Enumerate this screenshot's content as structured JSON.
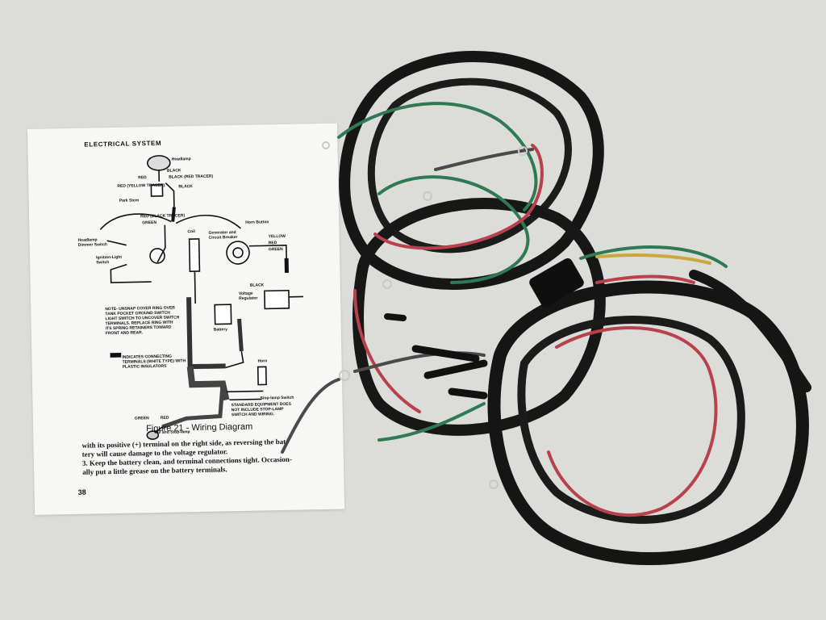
{
  "document": {
    "heading": "ELECTRICAL SYSTEM",
    "figure_caption": "Figure 21 - Wiring Diagram",
    "body_lines": [
      "with its positive (+) terminal on the right side, as reversing the bat-",
      "tery will cause damage to the voltage regulator.",
      "3. Keep the battery clean, and terminal connections tight. Occasion-",
      "ally put a little grease on the battery terminals."
    ],
    "page_number": "38"
  },
  "diagram_labels": {
    "headlamp": "Headlamp",
    "black_1": "BLACK",
    "red_tracer": "RED",
    "black_red_tracer": "BLACK (RED TRACER)",
    "red_yellow_tracer": "RED (YELLOW TRACER)",
    "black_2": "BLACK",
    "park_stem": "Park Stem",
    "red_black_tracer": "RED (BLACK TRACER)",
    "green_1": "GREEN",
    "horn_button": "Horn Button",
    "headlamp_dimmer": "Headlamp Dimmer Switch",
    "ignition_switch": "Ignition-Light Switch",
    "coil": "Coil",
    "generator": "Generator and Circuit Breaker",
    "yellow": "YELLOW",
    "red_2": "RED",
    "green_2": "GREEN",
    "black_3": "BLACK",
    "voltage_regulator": "Voltage Regulator",
    "battery": "Battery",
    "note": "NOTE- UNSNAP COVER RING OVER TANK POCKET GROUND SWITCH LIGHT SWITCH TO UNCOVER SWITCH TERMINALS. REPLACE RING WITH ITS SPRING RETAINERS TOWARD FRONT AND REAR.",
    "indicates": "INDICATES CONNECTING TERMINALS (WHITE TYPE) WITH PLASTIC INSULATORS",
    "horn": "Horn",
    "stop_lamp_switch": "Stop-lamp Switch",
    "standard_equipment": "STANDARD EQUIPMENT DOES NOT INCLUDE STOP-LAMP SWITCH AND WIRING.",
    "tail_lamp": "Tail and Stop-lamp",
    "green_3": "GREEN",
    "red_3": "RED"
  },
  "colors": {
    "background": "#dcdcd9",
    "paper": "#f7f7f5",
    "harness_black": "#161616",
    "wire_green": "#2f7a52",
    "wire_red": "#b8414c",
    "wire_yellow": "#c9a93a",
    "wire_gray": "#4a4a4c"
  }
}
